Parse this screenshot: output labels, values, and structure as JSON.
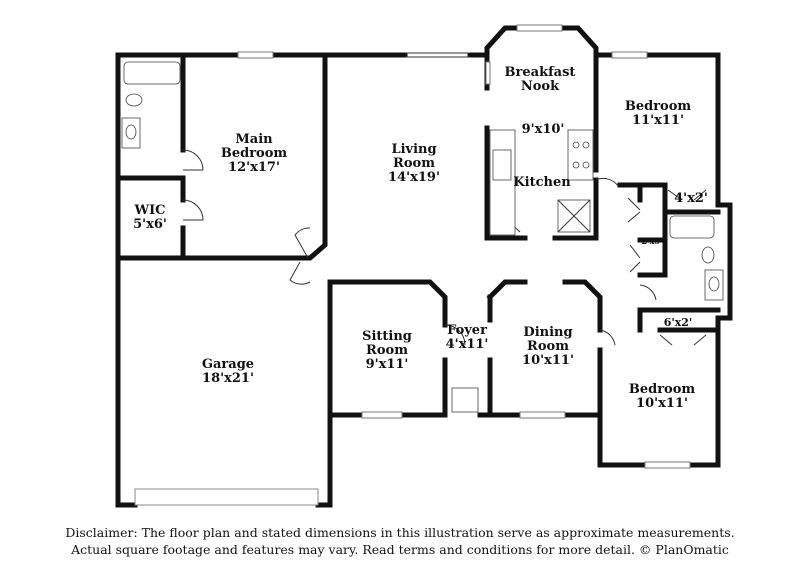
{
  "rooms": {
    "breakfast_nook": {
      "name_line1": "Breakfast",
      "name_line2": "Nook"
    },
    "bedroom_ne": {
      "name": "Bedroom",
      "dims": "11'x11'"
    },
    "main_bedroom": {
      "name_line1": "Main",
      "name_line2": "Bedroom",
      "dims": "12'x17'"
    },
    "living_room": {
      "name_line1": "Living",
      "name_line2": "Room",
      "dims": "14'x19'"
    },
    "kitchen": {
      "name": "Kitchen",
      "dims": "9'x10'"
    },
    "closet_ne": {
      "dims": "4'x2'"
    },
    "wic": {
      "name": "WIC",
      "dims": "5'x6'"
    },
    "closet_small": {
      "dims": "2'x5'"
    },
    "closet_se": {
      "dims": "6'x2'"
    },
    "sitting_room": {
      "name_line1": "Sitting",
      "name_line2": "Room",
      "dims": "9'x11'"
    },
    "foyer": {
      "name": "Foyer",
      "dims": "4'x11'"
    },
    "dining_room": {
      "name_line1": "Dining",
      "name_line2": "Room",
      "dims": "10'x11'"
    },
    "garage": {
      "name": "Garage",
      "dims": "18'x21'"
    },
    "bedroom_se": {
      "name": "Bedroom",
      "dims": "10'x11'"
    }
  },
  "disclaimer": {
    "line1": "Disclaimer: The floor plan and stated dimensions in this illustration serve as approximate measurements.",
    "line2": "Actual square footage and features may vary. Read terms and conditions for more detail. © PlanOmatic"
  }
}
